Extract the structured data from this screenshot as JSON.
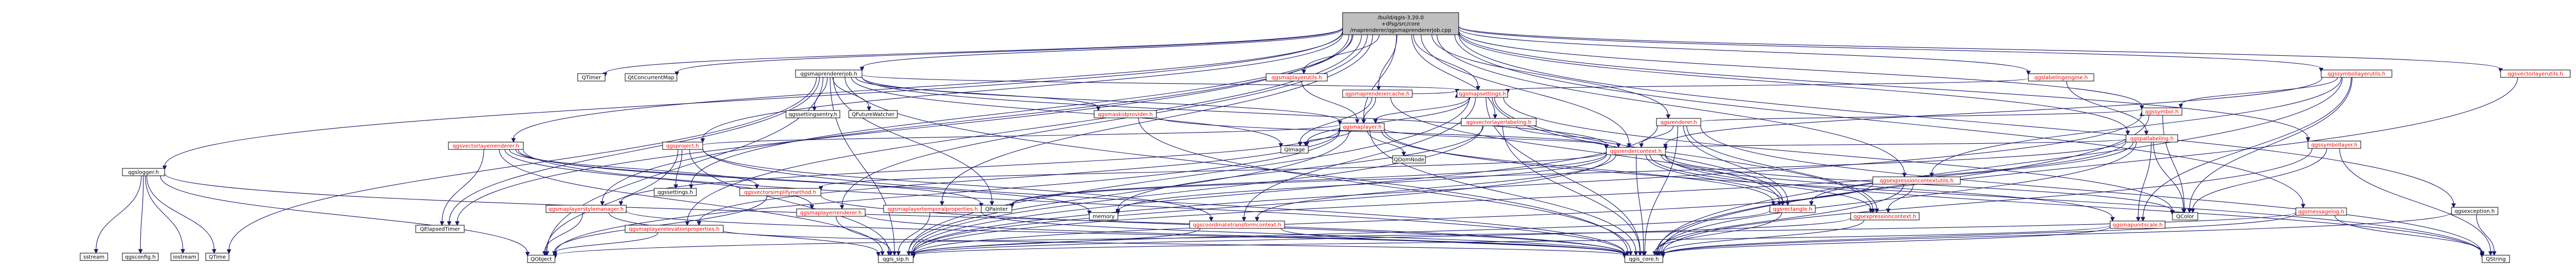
{
  "colors": {
    "root_fill": "#bfbfbf",
    "project_fill": "#ffffff",
    "project_text": "#000000",
    "local_text": "#ff0000",
    "external_fill": "#ffffff",
    "external_text": "#000000",
    "external_border": "#bfbfbf",
    "edge_color": "#191970"
  },
  "nodes": [
    {
      "id": "root",
      "label": "/build/qgis-3.20.0\n+dfsg/src/core\n/maprenderer/qgsmaprendererjob.cpp",
      "kind": "root"
    },
    {
      "id": "qgslogger_h",
      "label": "qgslogger.h",
      "kind": "project"
    },
    {
      "id": "qtimer",
      "label": "QTimer",
      "kind": "external"
    },
    {
      "id": "qtconcurrentmap",
      "label": "QtConcurrentMap",
      "kind": "external"
    },
    {
      "id": "qgsmaprendererjob_h",
      "label": "qgsmaprendererjob.h",
      "kind": "project"
    },
    {
      "id": "qgsmaplayerutils_h",
      "label": "qgsmaplayerutils.h",
      "kind": "local"
    },
    {
      "id": "qgslabelingengine_h",
      "label": "qgslabelingengine.h",
      "kind": "local"
    },
    {
      "id": "qgssymbollayerutils_h",
      "label": "qgssymbollayerutils.h",
      "kind": "local"
    },
    {
      "id": "qgsvectorlayerutils_h",
      "label": "qgsvectorlayerutils.h",
      "kind": "local"
    },
    {
      "id": "qgsmaprenderercache_h",
      "label": "qgsmaprenderercache.h",
      "kind": "local"
    },
    {
      "id": "qgsmapsettings_h",
      "label": "qgsmapsettings.h",
      "kind": "local"
    },
    {
      "id": "qgssettingsentry_h",
      "label": "qgssettingsentry.h",
      "kind": "external"
    },
    {
      "id": "qfuturewatcher",
      "label": "QFutureWatcher",
      "kind": "external"
    },
    {
      "id": "qgsmaplayer_h",
      "label": "qgsmaplayer.h",
      "kind": "local"
    },
    {
      "id": "qgsmaskidprovider_h",
      "label": "qgsmaskidprovider.h",
      "kind": "local"
    },
    {
      "id": "qgsvectorlayerlabeling_h",
      "label": "qgsvectorlayerlabeling.h",
      "kind": "local"
    },
    {
      "id": "qgsrenderer_h",
      "label": "qgsrenderer.h",
      "kind": "local"
    },
    {
      "id": "qgsexpressioncontextutils_h",
      "label": "qgsexpressioncontextutils.h",
      "kind": "local"
    },
    {
      "id": "qgspallabeling_h",
      "label": "qgspallabeling.h",
      "kind": "local"
    },
    {
      "id": "qgssymbol_h",
      "label": "qgssymbol.h",
      "kind": "local"
    },
    {
      "id": "qgssymbollayer_h",
      "label": "qgssymbollayer.h",
      "kind": "local"
    },
    {
      "id": "qgsvectorlayerrenderer_h",
      "label": "qgsvectorlayerrenderer.h",
      "kind": "local"
    },
    {
      "id": "qgsproject_h",
      "label": "qgsproject.h",
      "kind": "local"
    },
    {
      "id": "qgsrendercontext_h",
      "label": "qgsrendercontext.h",
      "kind": "local"
    },
    {
      "id": "qgsmessagelog_h",
      "label": "qgsmessagelog.h",
      "kind": "local"
    },
    {
      "id": "qgsexception_h",
      "label": "qgsexception.h",
      "kind": "project"
    },
    {
      "id": "qimage",
      "label": "QImage",
      "kind": "external"
    },
    {
      "id": "qdomnode",
      "label": "QDomNode",
      "kind": "external"
    },
    {
      "id": "qgselapsedtimer",
      "label": "QElapsedTimer",
      "kind": "external"
    },
    {
      "id": "qgssettings_h",
      "label": "qgssettings.h",
      "kind": "external"
    },
    {
      "id": "qgsvectorsimplifymethod_h",
      "label": "qgsvectorsimplifymethod.h",
      "kind": "local"
    },
    {
      "id": "qgsmaplayerstylemanager_h",
      "label": "qgsmaplayerstylemanager.h",
      "kind": "local"
    },
    {
      "id": "qgsmaplayerelevationproperties_h",
      "label": "qgsmaplayerelevationproperties.h",
      "kind": "local"
    },
    {
      "id": "qgsmaplayerrenderer_h",
      "label": "qgsmaplayerrenderer.h",
      "kind": "local"
    },
    {
      "id": "qgsmaplayertemporalproperties_h",
      "label": "qgsmaplayertemporalproperties.h",
      "kind": "local"
    },
    {
      "id": "qpainter",
      "label": "QPainter",
      "kind": "external"
    },
    {
      "id": "memory",
      "label": "memory",
      "kind": "external"
    },
    {
      "id": "qgscoordinatetransformcontext_h",
      "label": "qgscoordinatetransformcontext.h",
      "kind": "local"
    },
    {
      "id": "qgsrectangle_h",
      "label": "qgsrectangle.h",
      "kind": "local"
    },
    {
      "id": "qgsexpressioncontext_h",
      "label": "qgsexpressioncontext.h",
      "kind": "local"
    },
    {
      "id": "qgsmapunitscale_h",
      "label": "qgsmapunitscale.h",
      "kind": "local"
    },
    {
      "id": "qcolor",
      "label": "QColor",
      "kind": "external"
    },
    {
      "id": "sstream",
      "label": "sstream",
      "kind": "external"
    },
    {
      "id": "qgsconfig_h",
      "label": "qgsconfig.h",
      "kind": "external"
    },
    {
      "id": "iostream",
      "label": "iostream",
      "kind": "external"
    },
    {
      "id": "qtime",
      "label": "QTime",
      "kind": "external"
    },
    {
      "id": "qobject",
      "label": "QObject",
      "kind": "external"
    },
    {
      "id": "qgis_sip_h",
      "label": "qgis_sip.h",
      "kind": "project"
    },
    {
      "id": "qgis_core_h",
      "label": "qgis_core.h",
      "kind": "project"
    },
    {
      "id": "qstring",
      "label": "QString",
      "kind": "external"
    }
  ],
  "edges": [
    [
      "root",
      "qgslogger_h"
    ],
    [
      "root",
      "qtimer"
    ],
    [
      "root",
      "qtconcurrentmap"
    ],
    [
      "root",
      "qgsmaprendererjob_h"
    ],
    [
      "root",
      "qgsmaplayerutils_h"
    ],
    [
      "root",
      "qgslabelingengine_h"
    ],
    [
      "root",
      "qgssymbollayerutils_h"
    ],
    [
      "root",
      "qgsvectorlayerutils_h"
    ],
    [
      "root",
      "qgsmaprenderercache_h"
    ],
    [
      "root",
      "qgsmaplayer_h"
    ],
    [
      "root",
      "qgsvectorlayerlabeling_h"
    ],
    [
      "root",
      "qgsrenderer_h"
    ],
    [
      "root",
      "qgsexpressioncontextutils_h"
    ],
    [
      "root",
      "qgspallabeling_h"
    ],
    [
      "root",
      "qgssymbol_h"
    ],
    [
      "root",
      "qgssymbollayer_h"
    ],
    [
      "root",
      "qgsvectorlayerrenderer_h"
    ],
    [
      "root",
      "qgsproject_h"
    ],
    [
      "root",
      "qgsrendercontext_h"
    ],
    [
      "root",
      "qgsmessagelog_h"
    ],
    [
      "root",
      "qgsexception_h"
    ],
    [
      "root",
      "qgsmaplayerstylemanager_h"
    ],
    [
      "root",
      "qgsmaplayerelevationproperties_h"
    ],
    [
      "root",
      "qgsmaplayerrenderer_h"
    ],
    [
      "root",
      "qgsmaplayertemporalproperties_h"
    ],
    [
      "root",
      "qgselapsedtimer"
    ],
    [
      "root",
      "qgssettings_h"
    ],
    [
      "root",
      "qgsmapsettings_h"
    ],
    [
      "qgslogger_h",
      "sstream"
    ],
    [
      "qgslogger_h",
      "qgsconfig_h"
    ],
    [
      "qgslogger_h",
      "iostream"
    ],
    [
      "qgslogger_h",
      "qtime"
    ],
    [
      "qgslogger_h",
      "qgis_core_h"
    ],
    [
      "qgslogger_h",
      "qobject"
    ],
    [
      "qgsmaprendererjob_h",
      "qgssettingsentry_h"
    ],
    [
      "qgsmaprendererjob_h",
      "qfuturewatcher"
    ],
    [
      "qgsmaprendererjob_h",
      "qgsmapsettings_h"
    ],
    [
      "qgsmaprendererjob_h",
      "qgsmaskidprovider_h"
    ],
    [
      "qgsmaprendererjob_h",
      "qgsmaplayer_h"
    ],
    [
      "qgsmaprendererjob_h",
      "qimage"
    ],
    [
      "qgsmaprendererjob_h",
      "qpainter"
    ],
    [
      "qgsmaprendererjob_h",
      "qgselapsedtimer"
    ],
    [
      "qgsmaprendererjob_h",
      "qgis_sip_h"
    ],
    [
      "qgsmaprendererjob_h",
      "qgis_core_h"
    ],
    [
      "qgsmaprendererjob_h",
      "qgsrendercontext_h"
    ],
    [
      "qgsmaprendererjob_h",
      "qobject"
    ],
    [
      "qgsmaprendererjob_h",
      "qtime"
    ],
    [
      "qgsmaplayerutils_h",
      "qgsmaplayer_h"
    ],
    [
      "qgslabelingengine_h",
      "qgsmapsettings_h"
    ],
    [
      "qgslabelingengine_h",
      "qgspallabeling_h"
    ],
    [
      "qgssymbollayerutils_h",
      "qgssymbol_h"
    ],
    [
      "qgssymbollayerutils_h",
      "qcolor"
    ],
    [
      "qgssymbollayerutils_h",
      "qgsexpressioncontextutils_h"
    ],
    [
      "qgssymbollayerutils_h",
      "qgis_core_h"
    ],
    [
      "qgssymbollayerutils_h",
      "qgsmapunitscale_h"
    ],
    [
      "qgssymbollayerutils_h",
      "qgsrendercontext_h"
    ],
    [
      "qgsvectorlayerutils_h",
      "qgis_core_h"
    ],
    [
      "qgsmaprenderercache_h",
      "qgsmapsettings_h"
    ],
    [
      "qgsmaprenderercache_h",
      "qgsmaplayer_h"
    ],
    [
      "qgsmaprenderercache_h",
      "qimage"
    ],
    [
      "qgsmaprenderercache_h",
      "qgsrectangle_h"
    ],
    [
      "qgsmapsettings_h",
      "qgsmaplayer_h"
    ],
    [
      "qgsmapsettings_h",
      "qgsrectangle_h"
    ],
    [
      "qgsmapsettings_h",
      "qgscoordinatetransformcontext_h"
    ],
    [
      "qgsmapsettings_h",
      "qimage"
    ],
    [
      "qgsmapsettings_h",
      "qcolor"
    ],
    [
      "qgsmapsettings_h",
      "qgsexpressioncontext_h"
    ],
    [
      "qgsmapsettings_h",
      "qgis_core_h"
    ],
    [
      "qgsmapsettings_h",
      "qgis_sip_h"
    ],
    [
      "qgsmaplayer_h",
      "qimage"
    ],
    [
      "qgsmaplayer_h",
      "qdomnode"
    ],
    [
      "qgsmaplayer_h",
      "qgsrectangle_h"
    ],
    [
      "qgsmaplayer_h",
      "qgsrendercontext_h"
    ],
    [
      "qgsmaplayer_h",
      "qgsmaplayerstylemanager_h"
    ],
    [
      "qgsmaplayer_h",
      "qgsmaplayerelevationproperties_h"
    ],
    [
      "qgsmaplayer_h",
      "qobject"
    ],
    [
      "qgsmaplayer_h",
      "qgis_core_h"
    ],
    [
      "qgsmaplayer_h",
      "qgis_sip_h"
    ],
    [
      "qgsmaplayer_h",
      "qstring"
    ],
    [
      "qgsmaskidprovider_h",
      "qgis_core_h"
    ],
    [
      "qgsmaskidprovider_h",
      "qgsrendercontext_h"
    ],
    [
      "qgsvectorlayerlabeling_h",
      "qgsrendercontext_h"
    ],
    [
      "qgsvectorlayerlabeling_h",
      "memory"
    ],
    [
      "qgsvectorlayerlabeling_h",
      "qgis_core_h"
    ],
    [
      "qgsvectorlayerlabeling_h",
      "qgis_sip_h"
    ],
    [
      "qgsrenderer_h",
      "qgsrendercontext_h"
    ],
    [
      "qgsrenderer_h",
      "qgsrectangle_h"
    ],
    [
      "qgsrenderer_h",
      "qgis_core_h"
    ],
    [
      "qgsrenderer_h",
      "qgis_sip_h"
    ],
    [
      "qgsrenderer_h",
      "qstring"
    ],
    [
      "qgsrenderer_h",
      "qgsexpressioncontext_h"
    ],
    [
      "qgsrenderer_h",
      "qgssymbol_h"
    ],
    [
      "qgsexpressioncontextutils_h",
      "qgsexpressioncontext_h"
    ],
    [
      "qgsexpressioncontextutils_h",
      "qgis_core_h"
    ],
    [
      "qgsexpressioncontextutils_h",
      "qgis_sip_h"
    ],
    [
      "qgspallabeling_h",
      "qgsrendercontext_h"
    ],
    [
      "qgspallabeling_h",
      "qgsmapunitscale_h"
    ],
    [
      "qgspallabeling_h",
      "qcolor"
    ],
    [
      "qgspallabeling_h",
      "qpainter"
    ],
    [
      "qgspallabeling_h",
      "qgis_core_h"
    ],
    [
      "qgspallabeling_h",
      "qgis_sip_h"
    ],
    [
      "qgspallabeling_h",
      "qgsrectangle_h"
    ],
    [
      "qgssymbol_h",
      "qgis_core_h"
    ],
    [
      "qgssymbol_h",
      "qgis_sip_h"
    ],
    [
      "qgssymbol_h",
      "qcolor"
    ],
    [
      "qgssymbollayer_h",
      "qgis_core_h"
    ],
    [
      "qgssymbollayer_h",
      "qcolor"
    ],
    [
      "qgssymbollayer_h",
      "qstring"
    ],
    [
      "qgsvectorlayerrenderer_h",
      "qgsmaplayerrenderer_h"
    ],
    [
      "qgsvectorlayerrenderer_h",
      "qgsvectorsimplifymethod_h"
    ],
    [
      "qgsvectorlayerrenderer_h",
      "qgis_core_h"
    ],
    [
      "qgsvectorlayerrenderer_h",
      "qgis_sip_h"
    ],
    [
      "qgsvectorlayerrenderer_h",
      "qgselapsedtimer"
    ],
    [
      "qgsvectorlayerrenderer_h",
      "memory"
    ],
    [
      "qgsvectorlayerrenderer_h",
      "qpainter"
    ],
    [
      "qgsproject_h",
      "qgis_core_h"
    ],
    [
      "qgsproject_h",
      "qgis_sip_h"
    ],
    [
      "qgsproject_h",
      "qgssettings_h"
    ],
    [
      "qgsproject_h",
      "qgsmaplayer_h"
    ],
    [
      "qgsproject_h",
      "qobject"
    ],
    [
      "qgsproject_h",
      "qgscoordinatetransformcontext_h"
    ],
    [
      "qgsrendercontext_h",
      "qgis_core_h"
    ],
    [
      "qgsrendercontext_h",
      "qgis_sip_h"
    ],
    [
      "qgsrendercontext_h",
      "qcolor"
    ],
    [
      "qgsrendercontext_h",
      "qpainter"
    ],
    [
      "qgsrendercontext_h",
      "memory"
    ],
    [
      "qgsrendercontext_h",
      "qgscoordinatetransformcontext_h"
    ],
    [
      "qgsrendercontext_h",
      "qgsrectangle_h"
    ],
    [
      "qgsrendercontext_h",
      "qgsvectorsimplifymethod_h"
    ],
    [
      "qgsrendercontext_h",
      "qgsexpressioncontext_h"
    ],
    [
      "qgsrendercontext_h",
      "qgsmapunitscale_h"
    ],
    [
      "qgsrendercontext_h",
      "qstring"
    ],
    [
      "qgsmessagelog_h",
      "qgis_core_h"
    ],
    [
      "qgsmessagelog_h",
      "qstring"
    ],
    [
      "qgsmessagelog_h",
      "qobject"
    ],
    [
      "qgsexception_h",
      "qgis_core_h"
    ],
    [
      "qgsexception_h",
      "qstring"
    ],
    [
      "qgsvectorsimplifymethod_h",
      "qgis_core_h"
    ],
    [
      "qgsvectorsimplifymethod_h",
      "qobject"
    ],
    [
      "qgsmaplayerstylemanager_h",
      "qgis_core_h"
    ],
    [
      "qgsmaplayerstylemanager_h",
      "qobject"
    ],
    [
      "qgsmaplayerstylemanager_h",
      "qgis_sip_h"
    ],
    [
      "qgsmaplayerelevationproperties_h",
      "qgis_core_h"
    ],
    [
      "qgsmaplayerelevationproperties_h",
      "qobject"
    ],
    [
      "qgsmaplayerrenderer_h",
      "qgis_core_h"
    ],
    [
      "qgsmaplayerrenderer_h",
      "qgis_sip_h"
    ],
    [
      "qgsmaplayertemporalproperties_h",
      "qgis_core_h"
    ],
    [
      "qgsmaplayertemporalproperties_h",
      "qgis_sip_h"
    ],
    [
      "qgscoordinatetransformcontext_h",
      "qgis_core_h"
    ],
    [
      "qgscoordinatetransformcontext_h",
      "qgis_sip_h"
    ],
    [
      "qgsrectangle_h",
      "qgis_core_h"
    ],
    [
      "qgsrectangle_h",
      "qgis_sip_h"
    ],
    [
      "qgsexpressioncontext_h",
      "qgis_core_h"
    ],
    [
      "qgsexpressioncontext_h",
      "qgis_sip_h"
    ],
    [
      "qgsmapunitscale_h",
      "qgis_core_h"
    ],
    [
      "qgsmapunitscale_h",
      "qgis_sip_h"
    ]
  ]
}
